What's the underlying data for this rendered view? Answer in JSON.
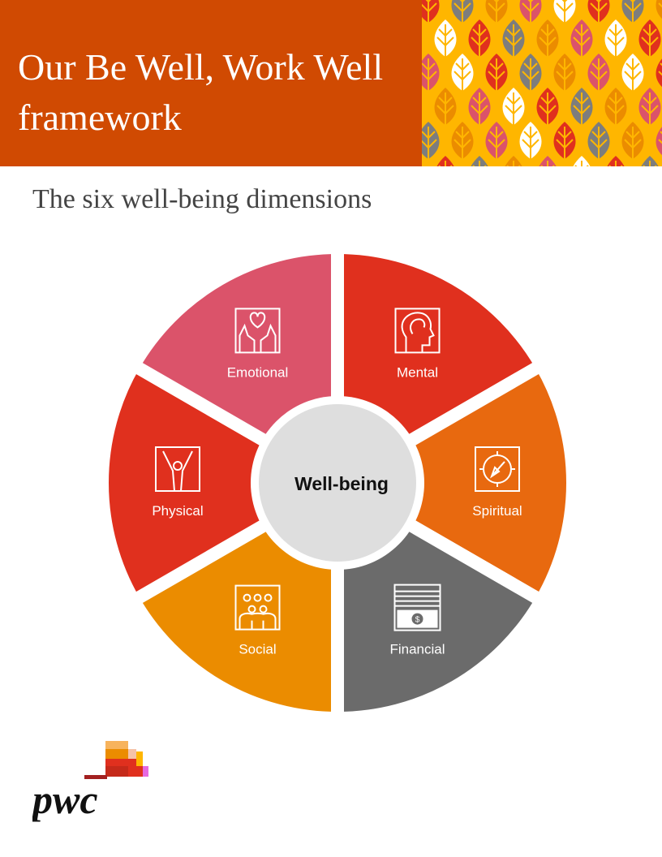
{
  "header": {
    "title": "Our Be Well, Work Well framework",
    "brand_color": "#d04a02",
    "pattern_colors": [
      "#ffb600",
      "#e0301e",
      "#db536a",
      "#7d7d7d",
      "#ffffff",
      "#eb8c00"
    ]
  },
  "subtitle": "The six well-being dimensions",
  "diagram": {
    "center": {
      "label": "Well-being",
      "color": "#dedede"
    },
    "segments": [
      {
        "id": "mental",
        "label": "Mental",
        "color": "#e0301e",
        "icon": "head-profile-icon"
      },
      {
        "id": "spiritual",
        "label": "Spiritual",
        "color": "#e8690f",
        "icon": "compass-icon"
      },
      {
        "id": "financial",
        "label": "Financial",
        "color": "#6b6b6b",
        "icon": "money-icon"
      },
      {
        "id": "social",
        "label": "Social",
        "color": "#eb8c00",
        "icon": "people-group-icon"
      },
      {
        "id": "physical",
        "label": "Physical",
        "color": "#e0301e",
        "icon": "person-arms-up-icon"
      },
      {
        "id": "emotional",
        "label": "Emotional",
        "color": "#db536a",
        "icon": "heart-hands-icon"
      }
    ]
  },
  "logo": {
    "text": "pwc"
  }
}
